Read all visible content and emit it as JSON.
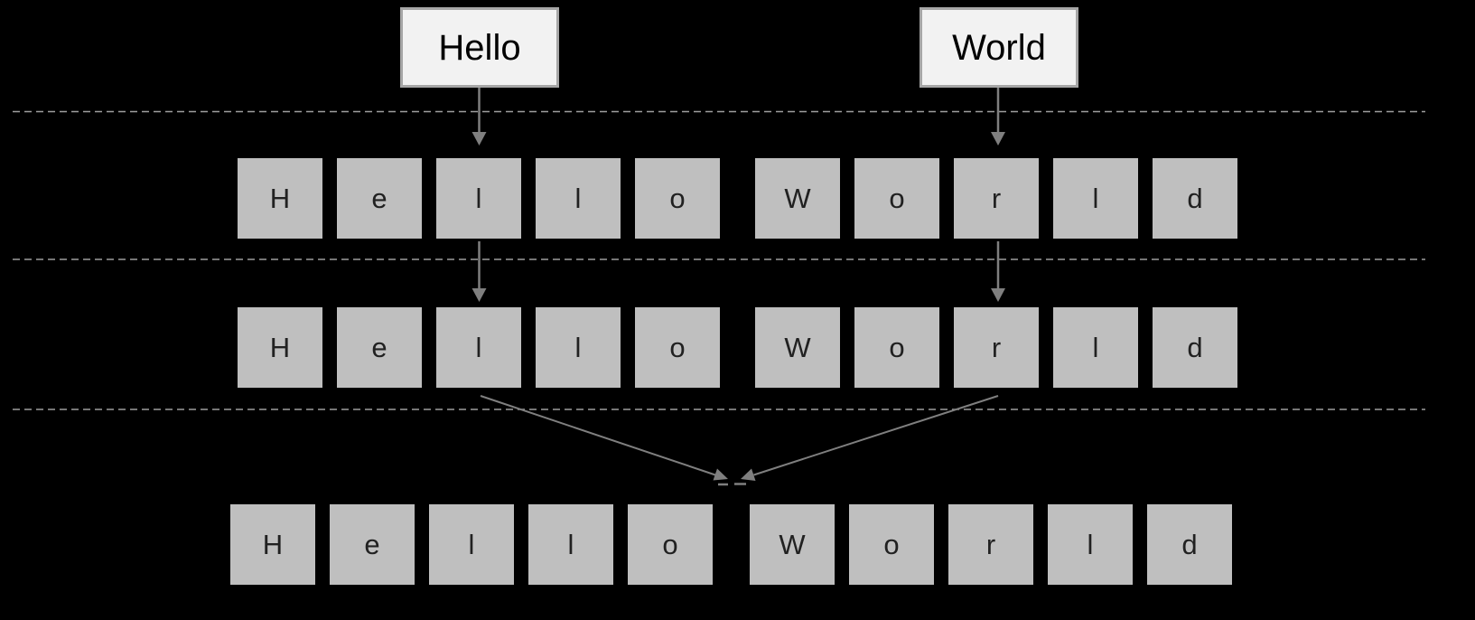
{
  "diagram": {
    "source_labels": {
      "left": "Hello",
      "right": "World"
    },
    "rows": [
      {
        "groups": [
          {
            "letters": [
              "H",
              "e",
              "l",
              "l",
              "o"
            ]
          },
          {
            "letters": [
              "W",
              "o",
              "r",
              "l",
              "d"
            ]
          }
        ]
      },
      {
        "groups": [
          {
            "letters": [
              "H",
              "e",
              "l",
              "l",
              "o"
            ]
          },
          {
            "letters": [
              "W",
              "o",
              "r",
              "l",
              "d"
            ]
          }
        ]
      },
      {
        "groups": [
          {
            "letters": [
              "H",
              "e",
              "l",
              "l",
              "o"
            ]
          },
          {
            "letters": [
              "W",
              "o",
              "r",
              "l",
              "d"
            ]
          }
        ]
      }
    ],
    "colors": {
      "background": "#000000",
      "source_box_fill": "#f2f2f2",
      "source_box_border": "#a6a6a6",
      "letter_box_fill": "#bfbfbf",
      "letter_text": "#212121",
      "arrow": "#7f7f7f",
      "separator": "#9e9e9e"
    }
  }
}
